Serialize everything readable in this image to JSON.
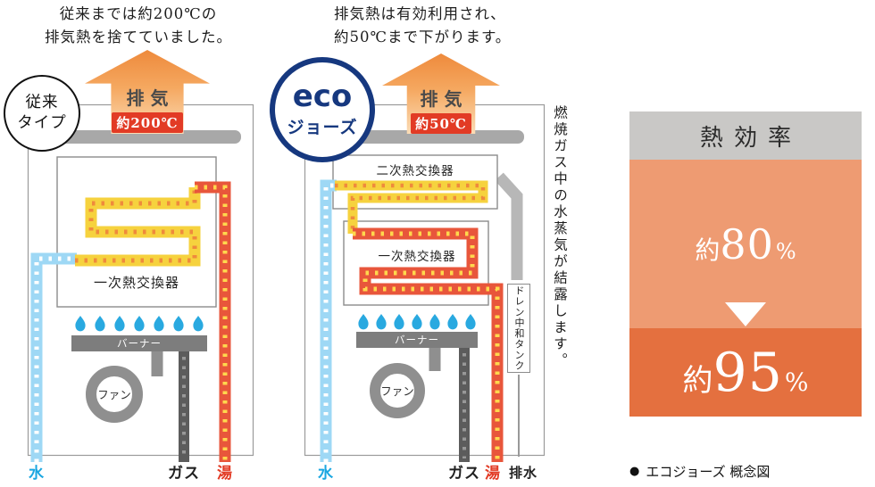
{
  "left_unit": {
    "caption": {
      "line1": "従来までは約200℃の",
      "line2": "排気熱を捨てていました。"
    },
    "exhaust_arrow": {
      "label": "排気",
      "temp": "約200℃"
    },
    "badge": {
      "line1": "従来",
      "line2": "タイプ"
    },
    "primary_exchanger": "一次熱交換器",
    "burner": "バーナー",
    "fan": "ファン",
    "pipe_labels": {
      "water": "水",
      "gas": "ガス",
      "hot_water": "湯"
    }
  },
  "eco_unit": {
    "caption": {
      "line1": "排気熱は有効利用され、",
      "line2": "約50℃まで下がります。"
    },
    "exhaust_arrow": {
      "label": "排気",
      "temp": "約50℃"
    },
    "badge": {
      "line1": "eco",
      "line2": "ジョーズ"
    },
    "secondary_exchanger": "二次熱交換器",
    "primary_exchanger": "一次熱交換器",
    "burner": "バーナー",
    "fan": "ファン",
    "drain_tank": "ドレン中和タンク",
    "side_note": "燃焼ガス中の水蒸気が結露します。",
    "pipe_labels": {
      "water": "水",
      "gas": "ガス",
      "hot_water": "湯",
      "drain": "排水"
    }
  },
  "efficiency_panel": {
    "title": "熱効率",
    "before": {
      "prefix": "約",
      "value": "80",
      "unit": "%"
    },
    "after": {
      "prefix": "約",
      "value": "95",
      "unit": "%"
    }
  },
  "footer": {
    "bullet": "●",
    "caption": "エコジョーズ 概念図"
  },
  "colors": {
    "exhaust_arrow_orange": "#ee8a3c",
    "temperature_badge_red": "#e23b25",
    "eco_brand_blue": "#16387f",
    "water_blue": "#1ba7e1",
    "pipe_yellow": "#f6d23e",
    "pipe_red": "#e8563b",
    "gas_gray": "#5c5c5c",
    "efficiency_header_gray": "#c9c8c6",
    "efficiency_before_salmon": "#ee9b72",
    "efficiency_after_orange": "#e4703f"
  }
}
